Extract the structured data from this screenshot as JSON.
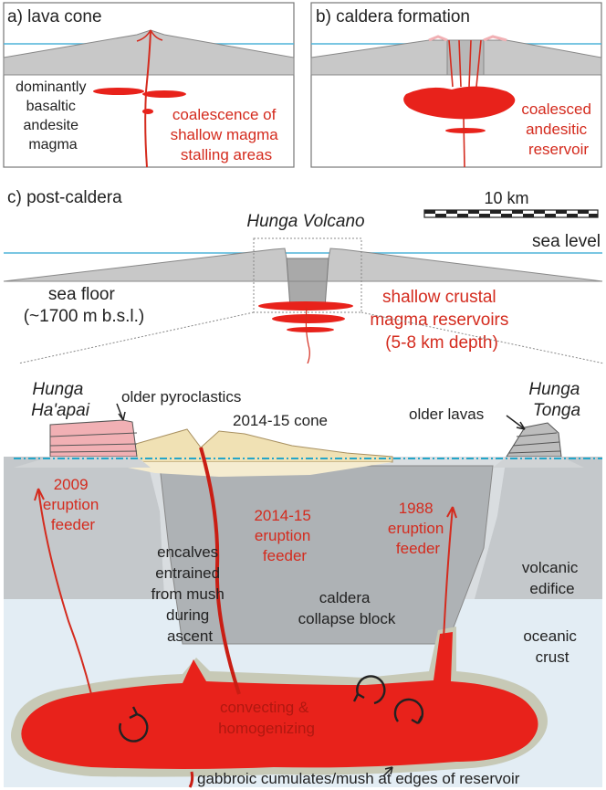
{
  "panel_a": {
    "title": "a) lava cone",
    "magma_label": [
      "dominantly",
      "basaltic",
      "andesite",
      "magma"
    ],
    "annotation": [
      "coalescence of",
      "shallow magma",
      "stalling areas"
    ]
  },
  "panel_b": {
    "title": "b) caldera formation",
    "annotation": [
      "coalesced",
      "andesitic",
      "reservoir"
    ]
  },
  "panel_c": {
    "title": "c) post-caldera",
    "volcano_name": "Hunga Volcano",
    "scale_label": "10 km",
    "sea_level": "sea level",
    "sea_floor": [
      "sea floor",
      "(~1700 m b.s.l.)"
    ],
    "reservoir_label": [
      "shallow crustal",
      "magma reservoirs",
      "(5-8 km depth)"
    ]
  },
  "detail": {
    "hunga_haapai": [
      "Hunga",
      "Ha'apai"
    ],
    "hunga_tonga": [
      "Hunga",
      "Tonga"
    ],
    "older_pyroclastics": "older pyroclastics",
    "cone_2014": "2014-15 cone",
    "older_lavas": "older lavas",
    "feeder_2009": [
      "2009",
      "eruption",
      "feeder"
    ],
    "feeder_2014": [
      "2014-15",
      "eruption",
      "feeder"
    ],
    "feeder_1988": [
      "1988",
      "eruption",
      "feeder"
    ],
    "enclaves": [
      "encalves",
      "entrained",
      "from mush",
      "during",
      "ascent"
    ],
    "caldera_block": [
      "caldera",
      "collapse block"
    ],
    "volcanic_edifice": [
      "volcanic",
      "edifice"
    ],
    "oceanic_crust": [
      "oceanic",
      "crust"
    ],
    "convecting": [
      "convecting &",
      "homogenizing"
    ],
    "gabbroic": "gabbroic cumulates/mush at edges of reservoir"
  },
  "colors": {
    "magma": "#e8221b",
    "label_red": "#d42b1e",
    "edifice_gray": "#c8c8c8",
    "crust_blue": "#e3edf4",
    "sea_line": "#4fb3d9",
    "cone_tan": "#f0e1b4",
    "pink_rock": "#f1b0b4"
  }
}
